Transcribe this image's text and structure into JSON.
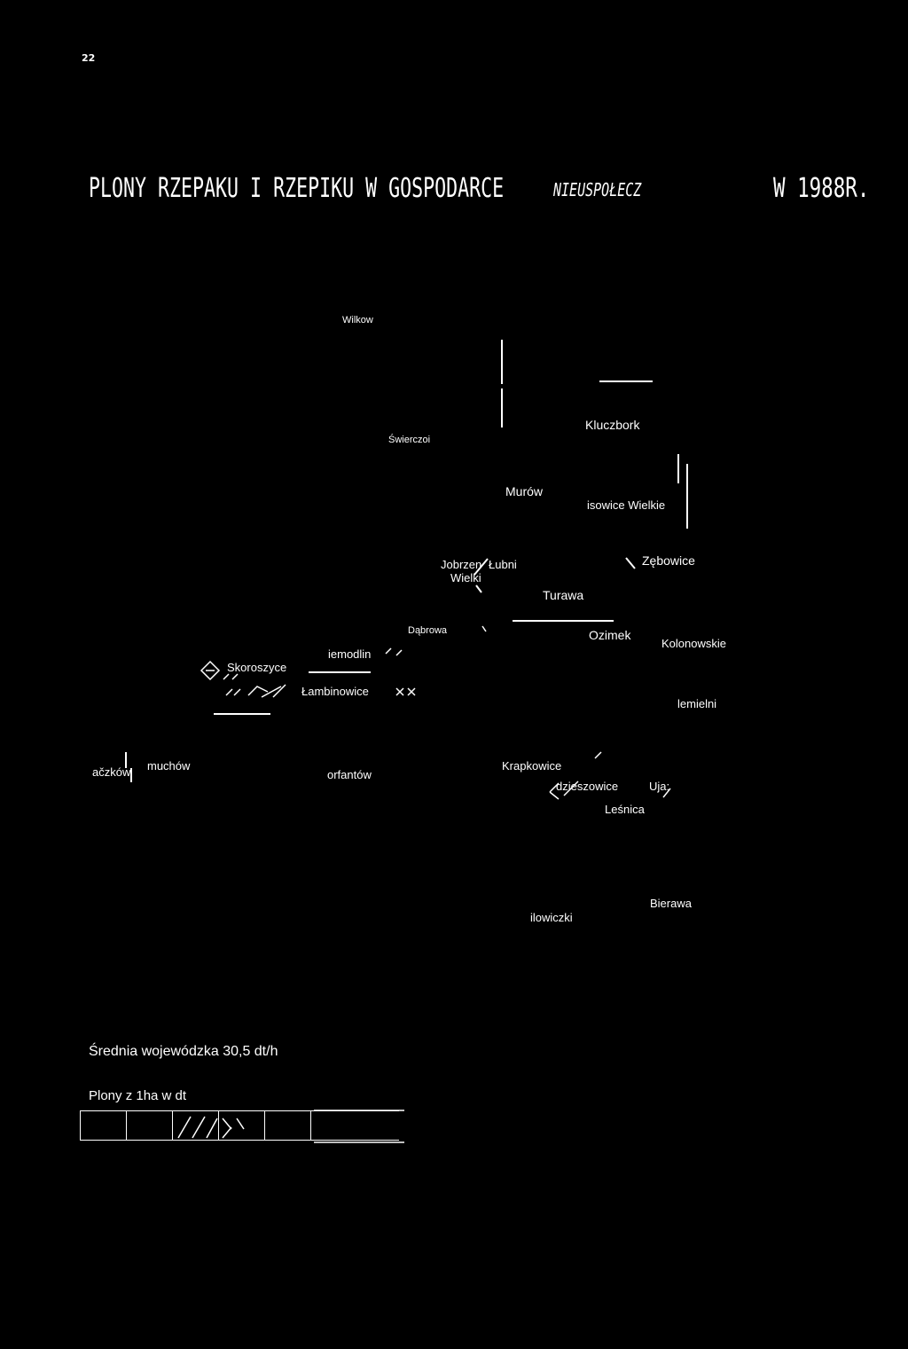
{
  "page": {
    "number": "22"
  },
  "title": {
    "main": "PLONY RZEPAKU I RZEPIKU W GOSPODARCE",
    "sub": "NIEUSPOŁECZ",
    "year": "W 1988R."
  },
  "places": {
    "wilkow": "Wilkow",
    "swierczow": "Świerczoi",
    "kluczbork": "Kluczbork",
    "murow": "Murów",
    "lasowice": "isowice Wielkie",
    "dobrzen": "Jobrzen",
    "dobrzen2": "Wielki",
    "lubni": "Łubni",
    "turawa": "Turawa",
    "zebowice": "Zębowice",
    "dabrowa": "Dąbrowa",
    "ozimek": "Ozimek",
    "kolonowskie": "Kolonowskie",
    "niemodlin": "iemodlin",
    "skoroszyce": "Skoroszyce",
    "lambinowice": "Łambinowice",
    "izbicko": "lemielni",
    "grodkow": "muchów",
    "paczkow": "ačzków",
    "korfantow": "orfantów",
    "krapkowice": "Krapkowice",
    "zdzieszowice": "dzieszowice",
    "ujazd": "Uja:",
    "lesnica": "Leśnica",
    "bierawa": "Bierawa",
    "glowczyce": "ilowiczki"
  },
  "legend": {
    "average": "Średnia wojewódzka 30,5 dt/h",
    "yield_label": "Plony z 1ha w dt",
    "classes": [
      "",
      "",
      "",
      "",
      "",
      ""
    ]
  }
}
